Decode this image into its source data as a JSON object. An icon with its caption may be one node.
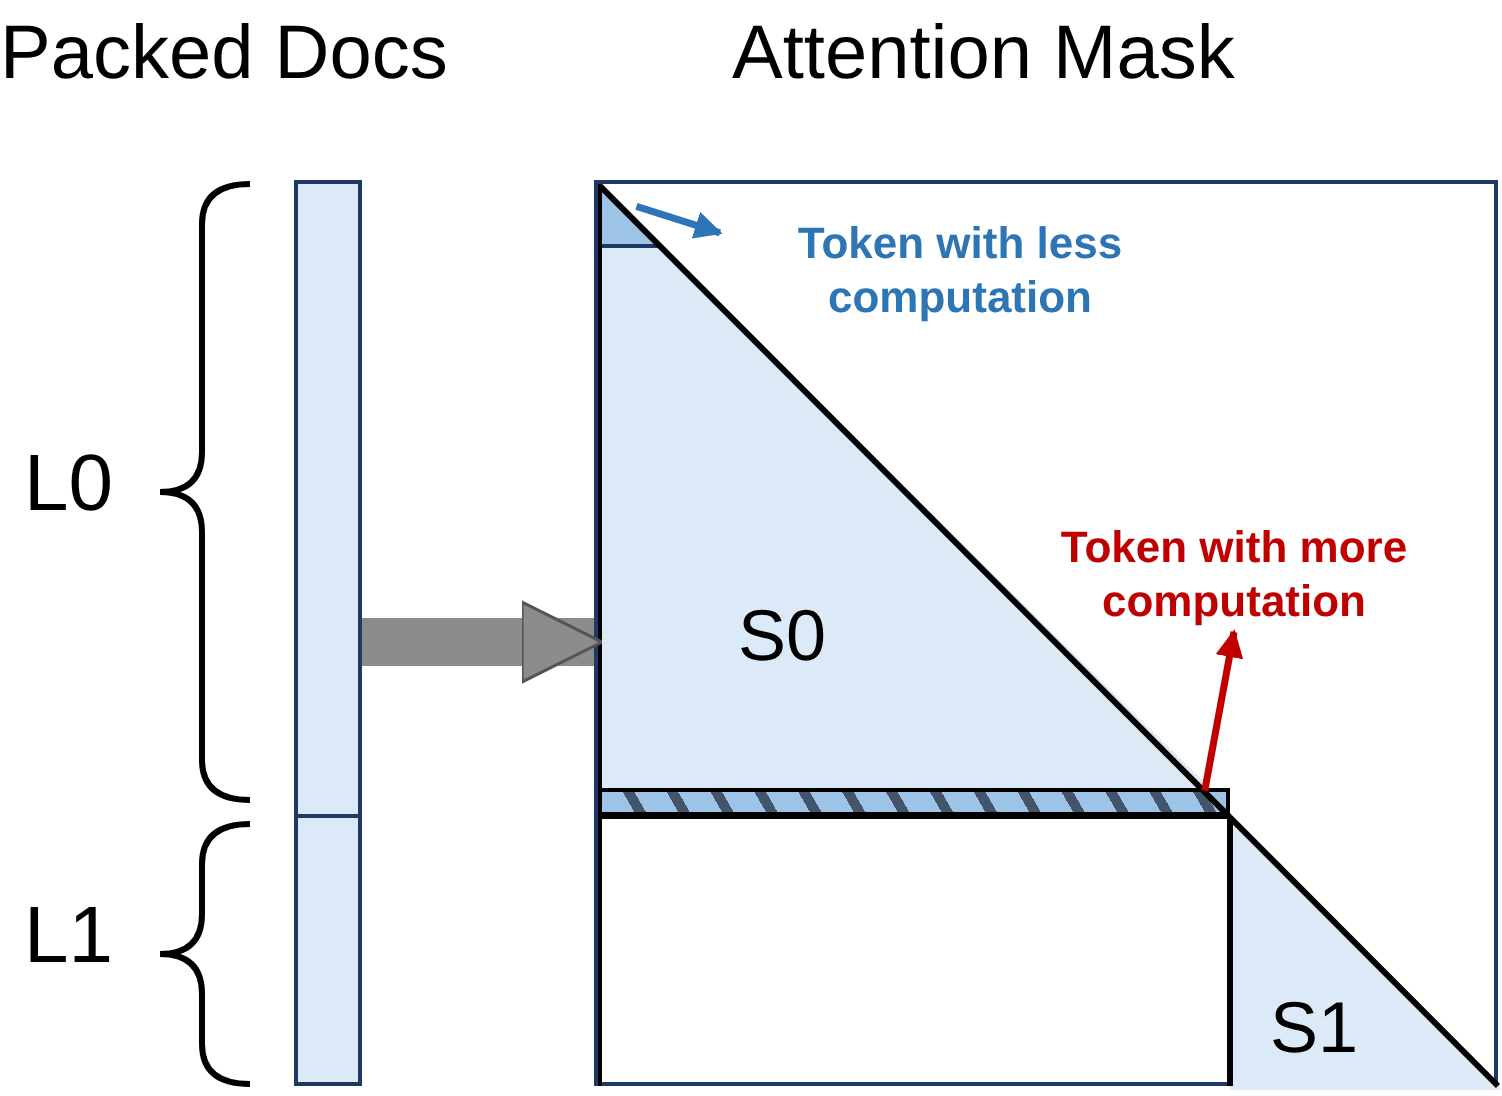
{
  "diagram": {
    "nodes": [
      {
        "text": [],
        "shape": "bar"
      },
      {
        "text": [],
        "shape": "box",
        "in": 0
      },
      {
        "text": [],
        "shape": "box",
        "in": 0
      },
      {
        "text": [],
        "shape": "box"
      },
      {
        "text": [
          "S0"
        ],
        "in": 3
      },
      {
        "text": [],
        "shape": "triangle",
        "in": 4
      },
      {
        "text": [],
        "shape": "bar",
        "in": 3
      },
      {
        "text": [
          "S1"
        ],
        "in": 3
      },
      {
        "text": [
          "Token with less computation"
        ],
        "in": 3
      },
      {
        "text": [
          "Token with more computation"
        ],
        "in": 3
      }
    ],
    "edges": [
      {
        "from": 0,
        "to": 3,
        "arrow": "to",
        "style": "thick",
        "color": "#8c8c8c"
      },
      {
        "from": 5,
        "to": 8,
        "arrow": "to",
        "color": "#2e75b6"
      },
      {
        "from": 6,
        "to": 9,
        "arrow": "to",
        "color": "#c00000"
      }
    ],
    "labels": [
      "Packed Docs",
      "Attention Mask",
      "L0",
      "L1"
    ]
  }
}
